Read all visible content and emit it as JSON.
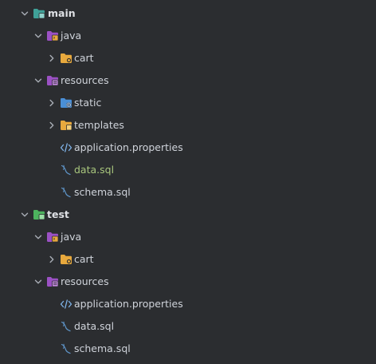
{
  "tree": {
    "main": {
      "label": "main",
      "expanded": true
    },
    "main_java": {
      "label": "java",
      "expanded": true
    },
    "main_cart": {
      "label": "cart",
      "expanded": false
    },
    "main_resources": {
      "label": "resources",
      "expanded": true
    },
    "static": {
      "label": "static",
      "expanded": false
    },
    "templates": {
      "label": "templates",
      "expanded": false
    },
    "main_app_props": {
      "label": "application.properties"
    },
    "main_data_sql": {
      "label": "data.sql",
      "color": "#a8c67d"
    },
    "main_schema_sql": {
      "label": "schema.sql"
    },
    "test": {
      "label": "test",
      "expanded": true
    },
    "test_java": {
      "label": "java",
      "expanded": true
    },
    "test_cart": {
      "label": "cart",
      "expanded": false
    },
    "test_resources": {
      "label": "resources",
      "expanded": true
    },
    "test_app_props": {
      "label": "application.properties"
    },
    "test_data_sql": {
      "label": "data.sql"
    },
    "test_schema_sql": {
      "label": "schema.sql"
    }
  },
  "icons": {
    "module_folder": "module-folder-icon",
    "java_source_folder": "java-source-folder-icon",
    "package_folder": "package-folder-icon",
    "resources_folder": "resources-folder-icon",
    "web_folder": "web-folder-icon",
    "templates_folder": "templates-folder-icon",
    "properties_file": "properties-file-icon",
    "sql_file": "sql-file-icon"
  },
  "colors": {
    "background": "#2b2d30",
    "text": "#cfd3da",
    "modified_text": "#a8c67d",
    "folder_yellow": "#e8a93d",
    "module_teal": "#3fa198",
    "test_green": "#4db35e",
    "source_purple": "#9b51c4",
    "web_blue": "#4a8fd6"
  }
}
